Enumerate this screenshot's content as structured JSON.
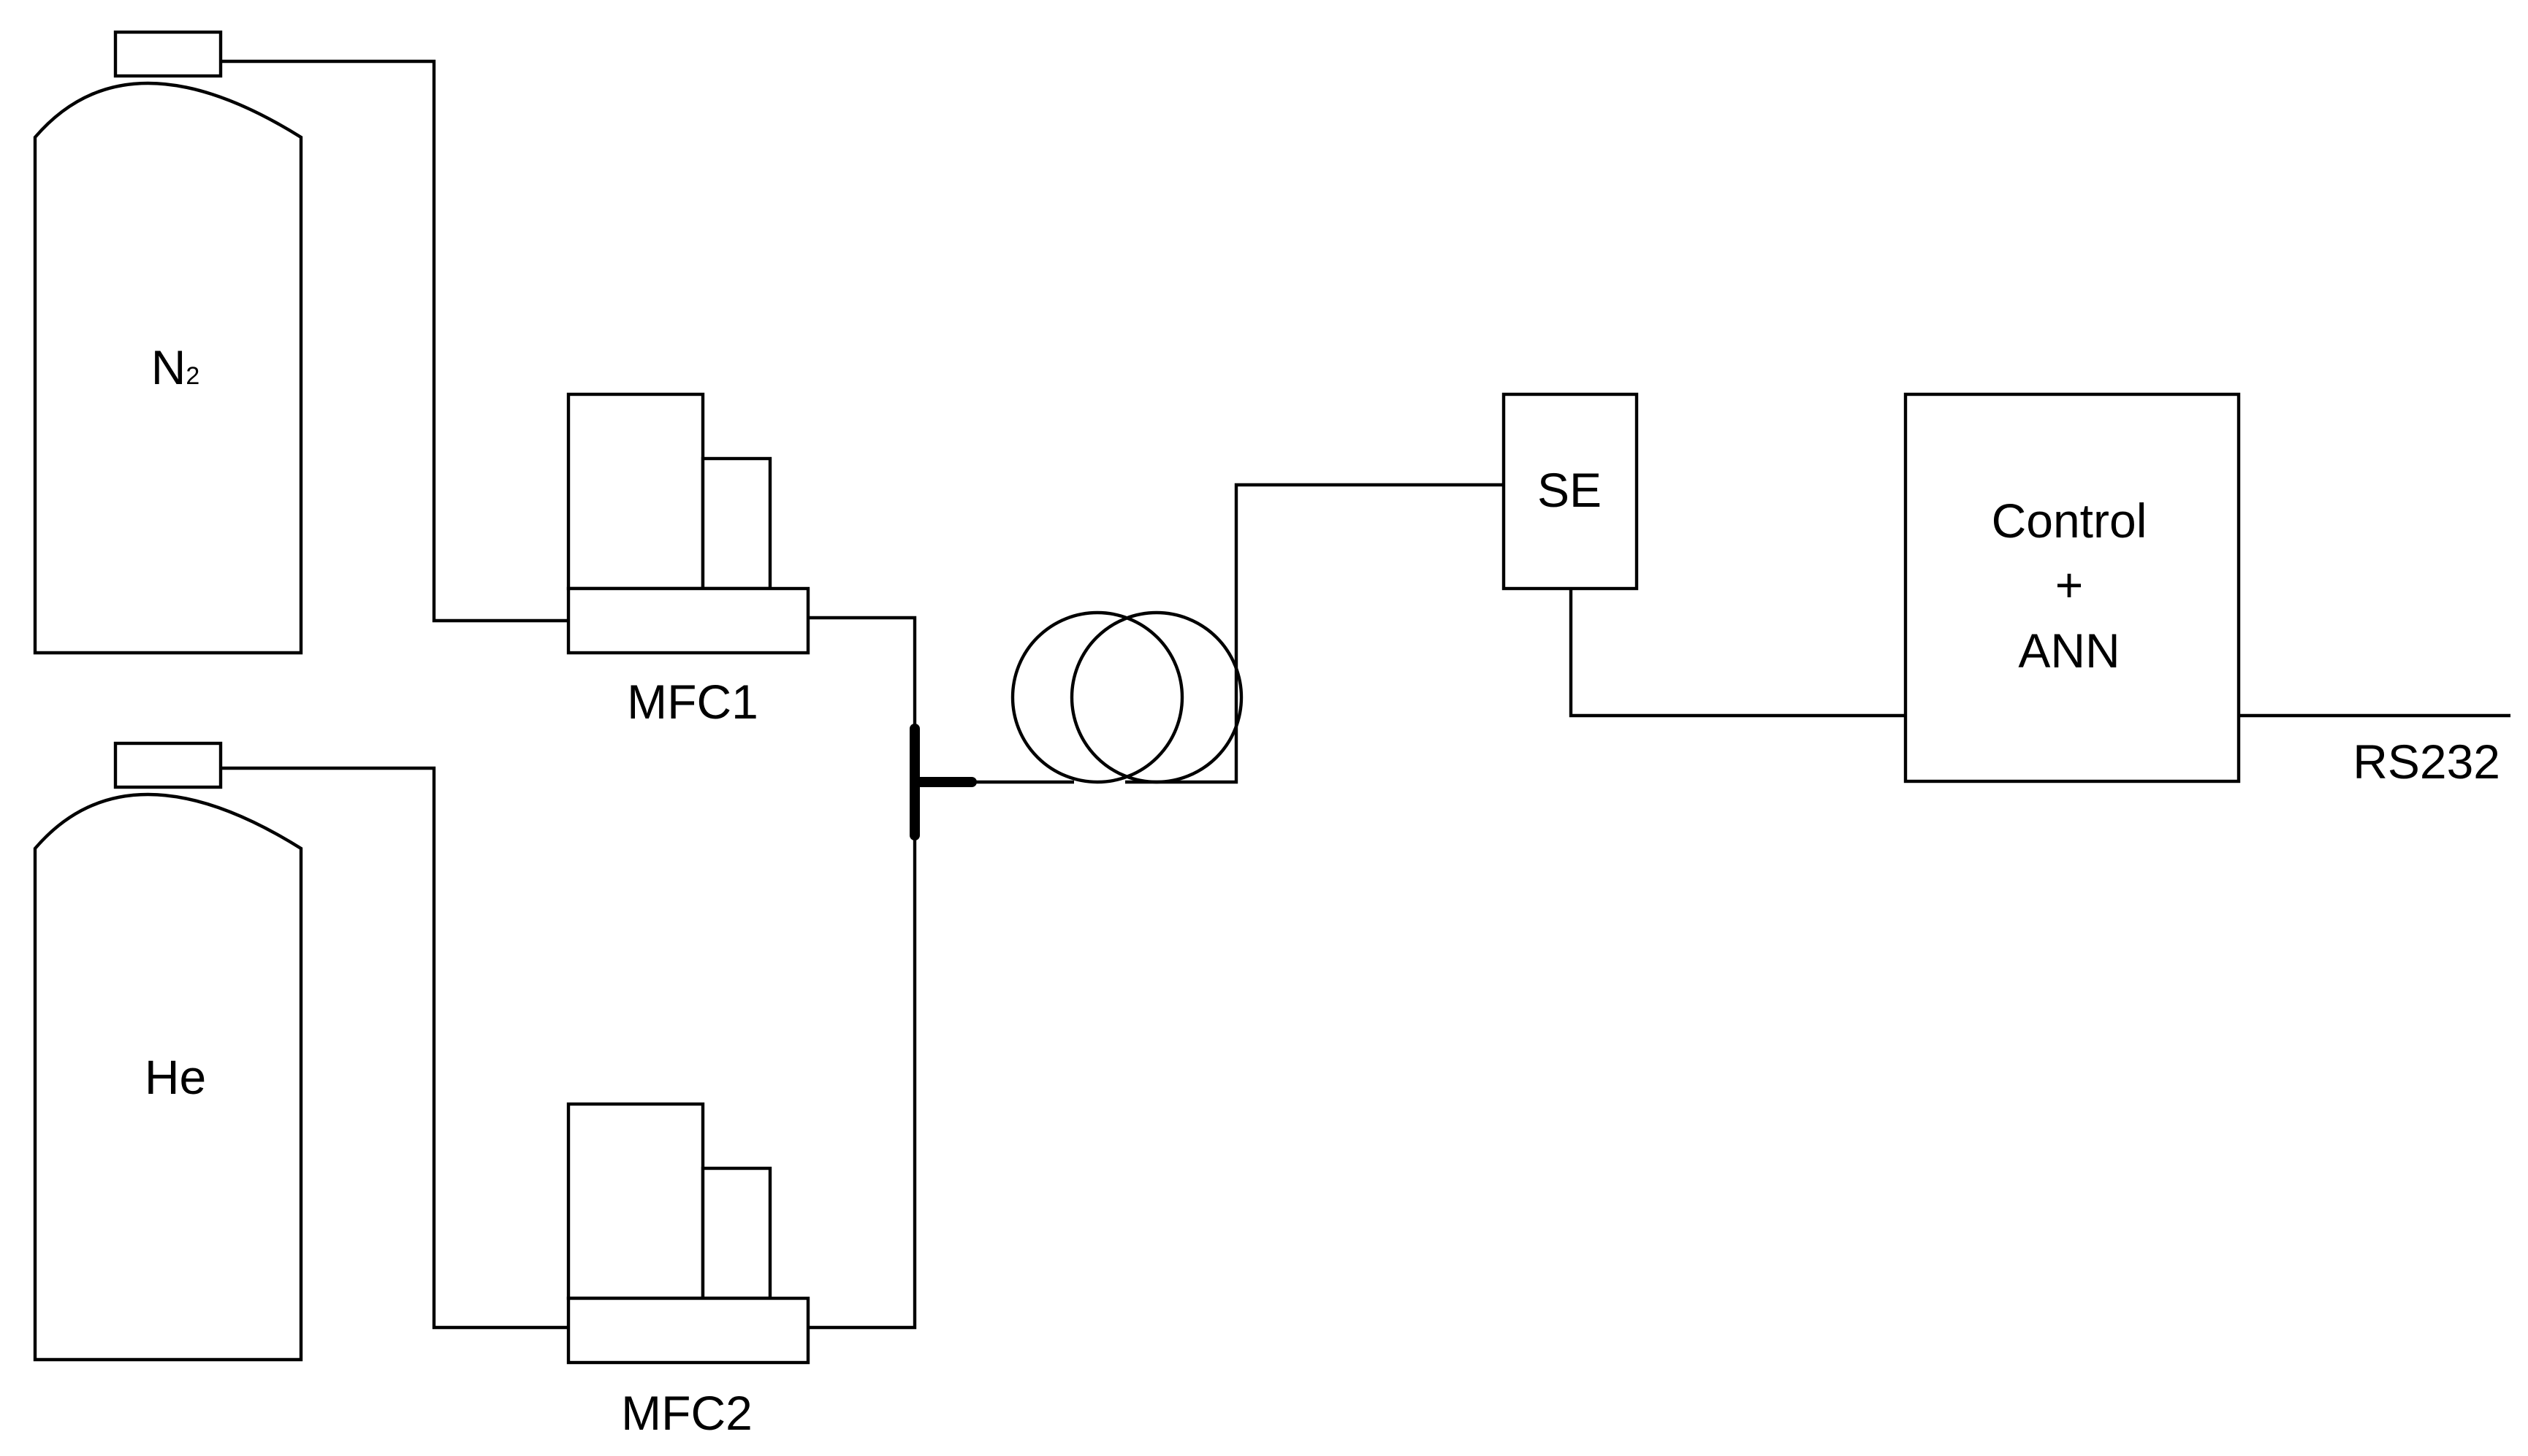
{
  "diagram": {
    "cylinders": [
      {
        "label": "N",
        "subscript": "2"
      },
      {
        "label": "He"
      }
    ],
    "controllers": [
      {
        "label": "MFC1"
      },
      {
        "label": "MFC2"
      }
    ],
    "sensor": {
      "label": "SE"
    },
    "control_box": {
      "line1": "Control",
      "line2": "+",
      "line3": "ANN"
    },
    "output": {
      "label": "RS232"
    }
  }
}
